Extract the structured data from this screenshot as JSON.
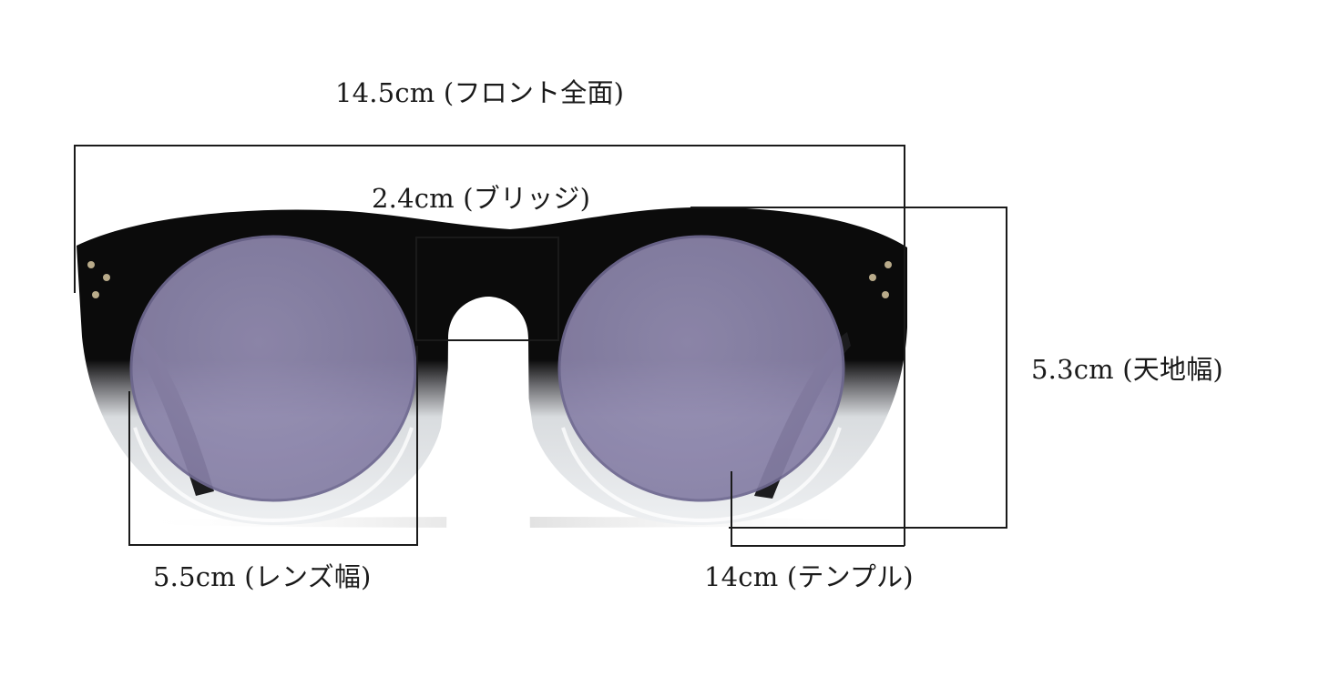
{
  "image": {
    "subject": "sunglasses-front",
    "colors": {
      "frame_top": "#0b0b0b",
      "frame_clear": "#e6e8ea",
      "lens": "#8f88ae",
      "lens_edge": "#6e6890",
      "rivet": "#b9ab8a",
      "line": "#1a1a1a"
    }
  },
  "measurements": {
    "front_width": "14.5cm (フロント全面)",
    "bridge": "2.4cm (ブリッジ)",
    "height": "5.3cm (天地幅)",
    "lens_width": "5.5cm (レンズ幅)",
    "temple": "14cm (テンプル)"
  }
}
